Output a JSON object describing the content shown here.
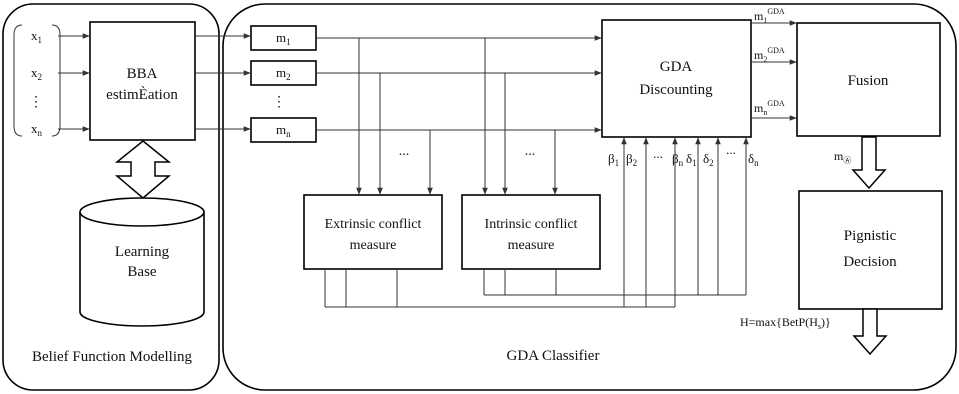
{
  "inputs": {
    "x1": {
      "base": "x",
      "sub": "1"
    },
    "x2": {
      "base": "x",
      "sub": "2"
    },
    "dots": "⋮",
    "xn": {
      "base": "x",
      "sub": "n"
    }
  },
  "bba_box": {
    "line1": "BBA",
    "line2": "estimÈation"
  },
  "learning_base": {
    "line1": "Learning",
    "line2": "Base"
  },
  "belief_panel": {
    "label": "Belief Function Modelling"
  },
  "mass_boxes": {
    "m1": {
      "base": "m",
      "sub": "1"
    },
    "m2": {
      "base": "m",
      "sub": "2"
    },
    "dots": "⋮",
    "mn": {
      "base": "m",
      "sub": "n"
    }
  },
  "ellipses": {
    "left": "...",
    "right": "...",
    "params_a": "...",
    "params_b": "..."
  },
  "extrinsic": {
    "line1": "Extrinsic conflict",
    "line2": "measure"
  },
  "intrinsic": {
    "line1": "Intrinsic conflict",
    "line2": "measure"
  },
  "gda": {
    "line1": "GDA",
    "line2": "Discounting"
  },
  "gda_outputs": {
    "o1": {
      "base": "m",
      "sub": "1",
      "sup": "GDA"
    },
    "o2": {
      "base": "m",
      "sub": "2",
      "sup": "GDA"
    },
    "on": {
      "base": "m",
      "sub": "n",
      "sup": "GDA"
    }
  },
  "params": {
    "b1": {
      "base": "β",
      "sub": "1"
    },
    "b2": {
      "base": "β",
      "sub": "2"
    },
    "bn": {
      "base": "β",
      "sub": "n"
    },
    "d1": {
      "base": "δ",
      "sub": "1"
    },
    "d2": {
      "base": "δ",
      "sub": "2"
    },
    "dn": {
      "base": "δ",
      "sub": "n"
    }
  },
  "fusion": {
    "label": "Fusion"
  },
  "fused_mass": {
    "base": "m",
    "sub": "Ⓐ"
  },
  "pignistic": {
    "line1": "Pignistic",
    "line2": "Decision"
  },
  "decision": {
    "pre": "H=max{BetP(H",
    "sub": "s",
    "post": ")}"
  },
  "classifier_panel": {
    "label": "GDA Classifier"
  }
}
